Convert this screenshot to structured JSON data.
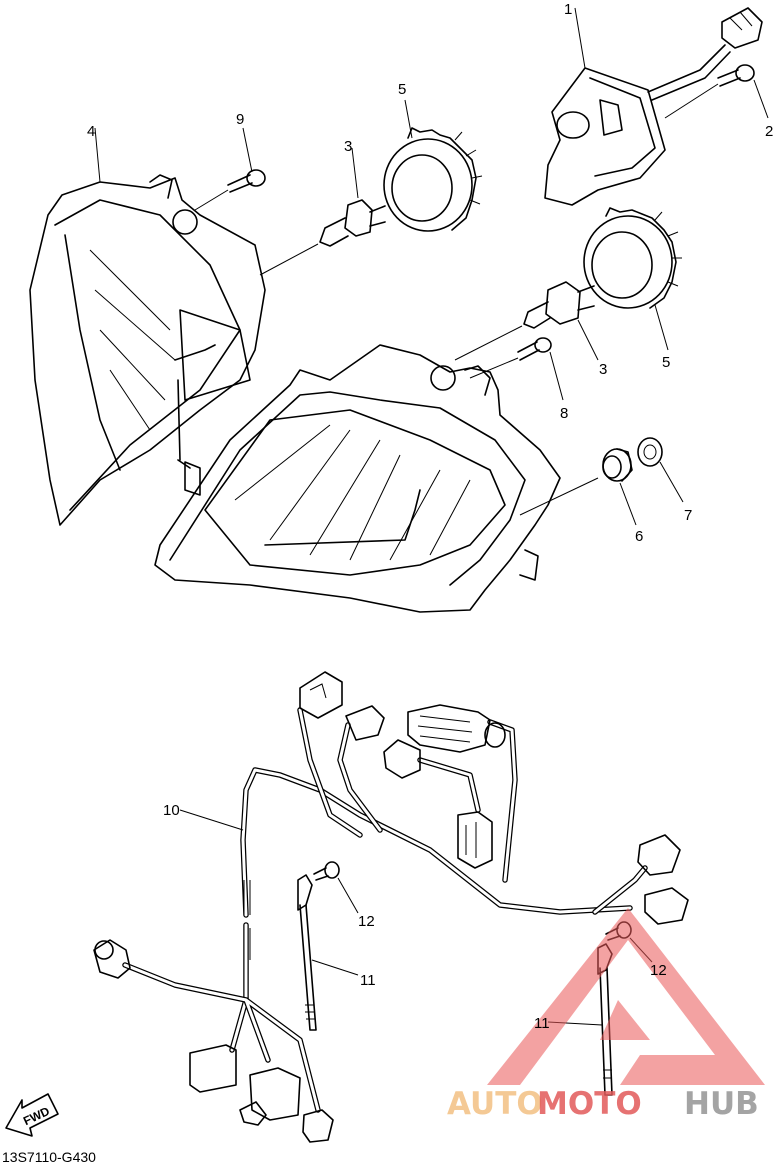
{
  "diagram_code": "13S7110-G430",
  "fwd_label": "FWD",
  "watermark": {
    "part1": "AUTO",
    "part2": "MOTO",
    "part3": "HUB"
  },
  "callouts": {
    "c1": "1",
    "c2": "2",
    "c3a": "3",
    "c3b": "3",
    "c4": "4",
    "c5a": "5",
    "c5b": "5",
    "c6": "6",
    "c7": "7",
    "c8": "8",
    "c9": "9",
    "c10": "10",
    "c11a": "11",
    "c11b": "11",
    "c12a": "12",
    "c12b": "12"
  }
}
